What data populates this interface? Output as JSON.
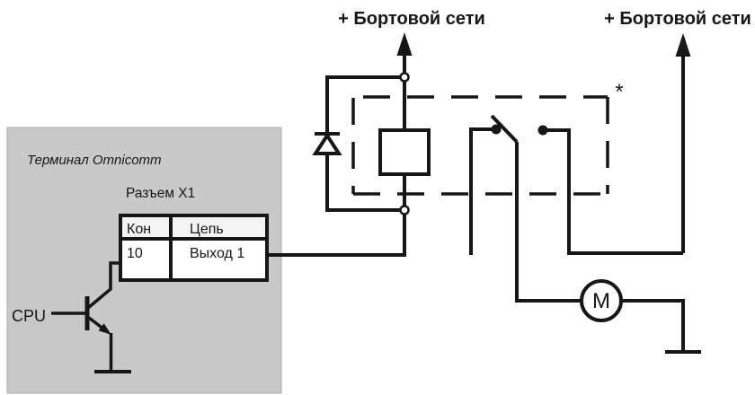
{
  "colors": {
    "line": "#161616",
    "panel_fill": "#c9c9c9",
    "panel_border": "#aaaaaa",
    "table_header_fill": "#f4f4f4",
    "table_cell_fill": "#ffffff"
  },
  "terminal_panel": {
    "title": "Терминал Omnicomm",
    "connector_label": "Разъем X1",
    "cpu_label": "CPU",
    "pin_table": {
      "headers": [
        "Кон",
        "Цепь"
      ],
      "rows": [
        [
          "10",
          "Выход 1"
        ]
      ]
    }
  },
  "power_rails": {
    "left_label": "+ Бортовой сети",
    "right_label": "+ Бортовой сети"
  },
  "relay": {
    "footnote_marker": "*"
  },
  "motor": {
    "label": "M"
  }
}
